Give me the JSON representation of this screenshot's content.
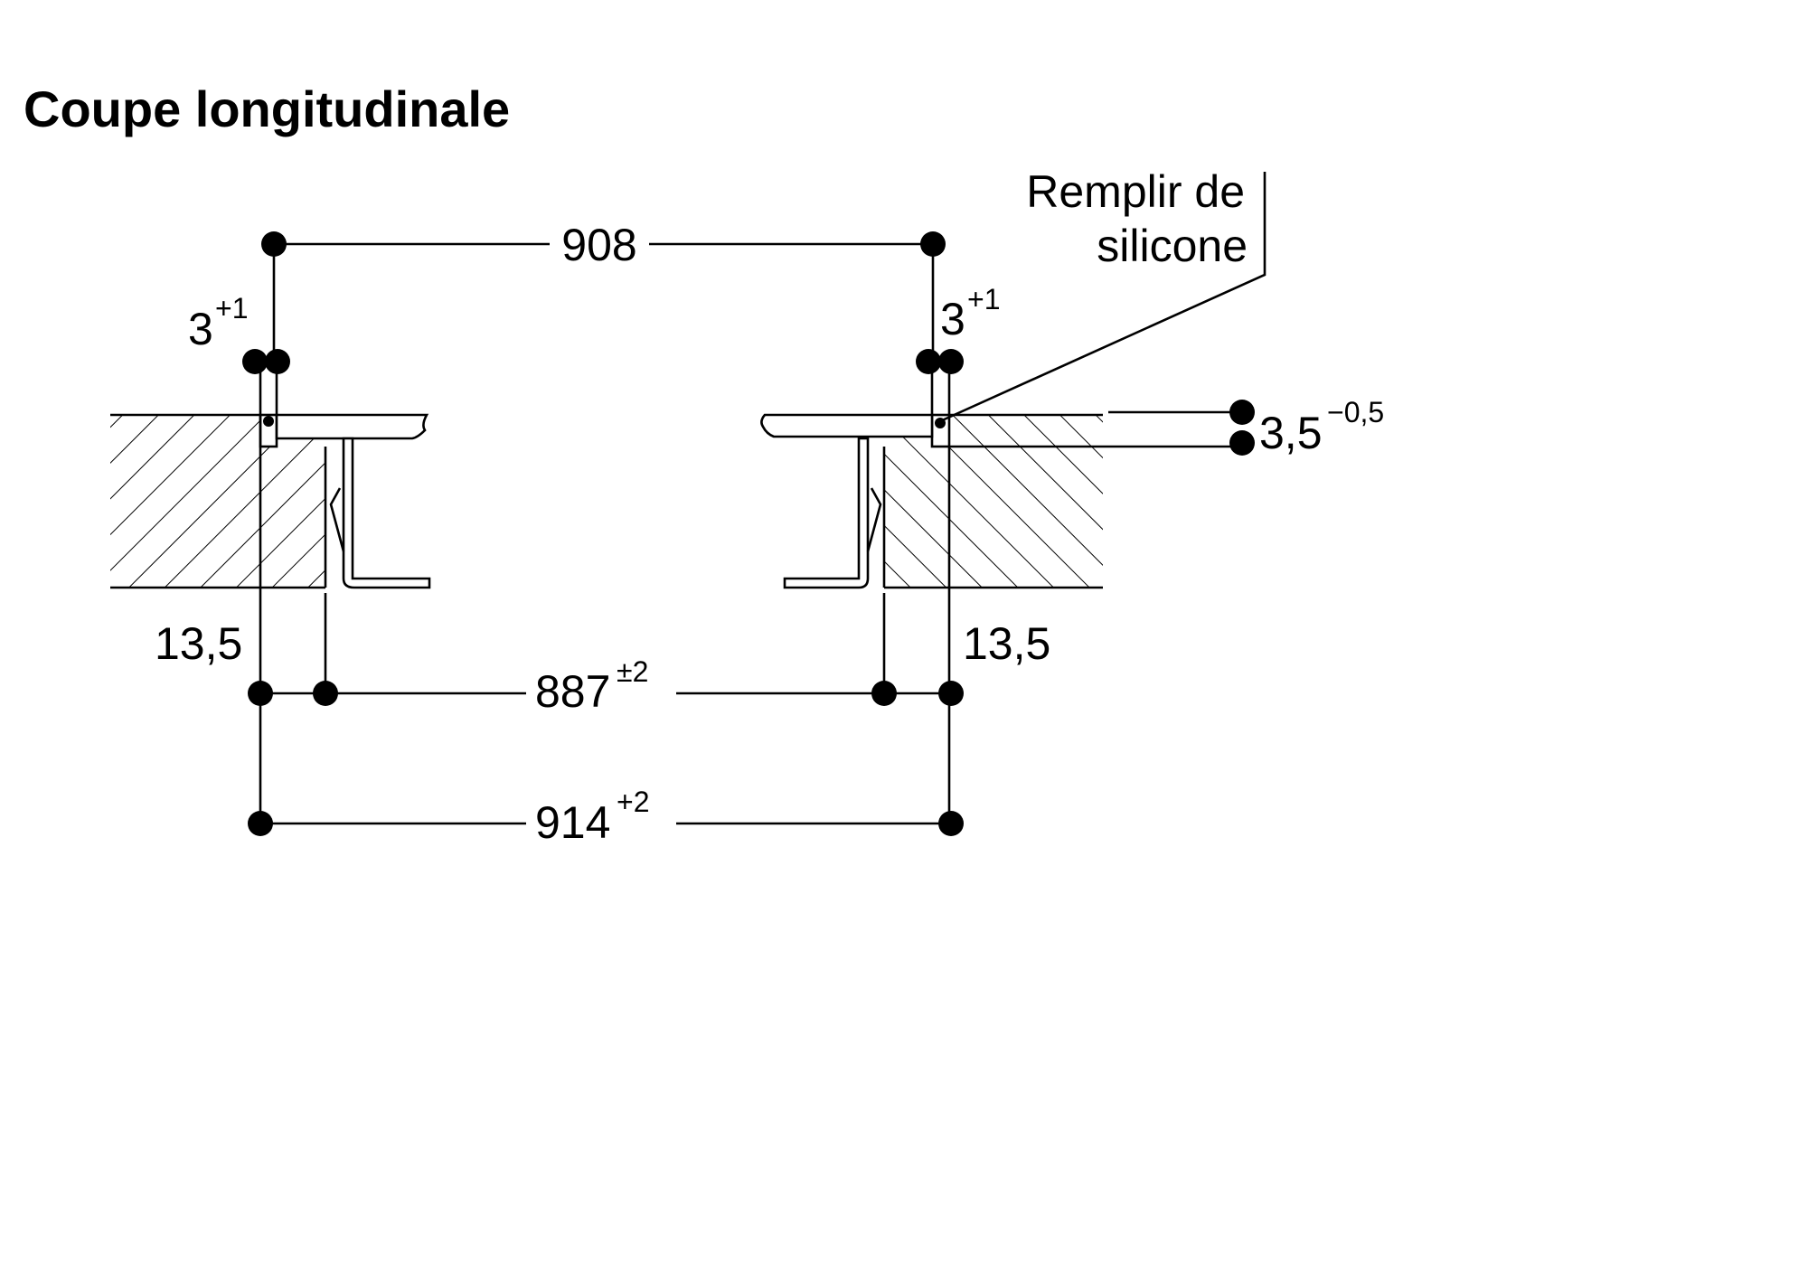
{
  "title": "Coupe longitudinale",
  "note": {
    "line1": "Remplir de",
    "line2": "silicone"
  },
  "dimensions": {
    "top_width": "908",
    "gap_left": {
      "value": "3",
      "tolerance": "+1"
    },
    "gap_right": {
      "value": "3",
      "tolerance": "+1"
    },
    "depth": {
      "value": "3,5",
      "tolerance": "−0,5"
    },
    "offset_left": "13,5",
    "offset_right": "13,5",
    "inner_width": {
      "value": "887",
      "tolerance": "±2"
    },
    "cutout_width": {
      "value": "914",
      "tolerance": "+2"
    }
  }
}
